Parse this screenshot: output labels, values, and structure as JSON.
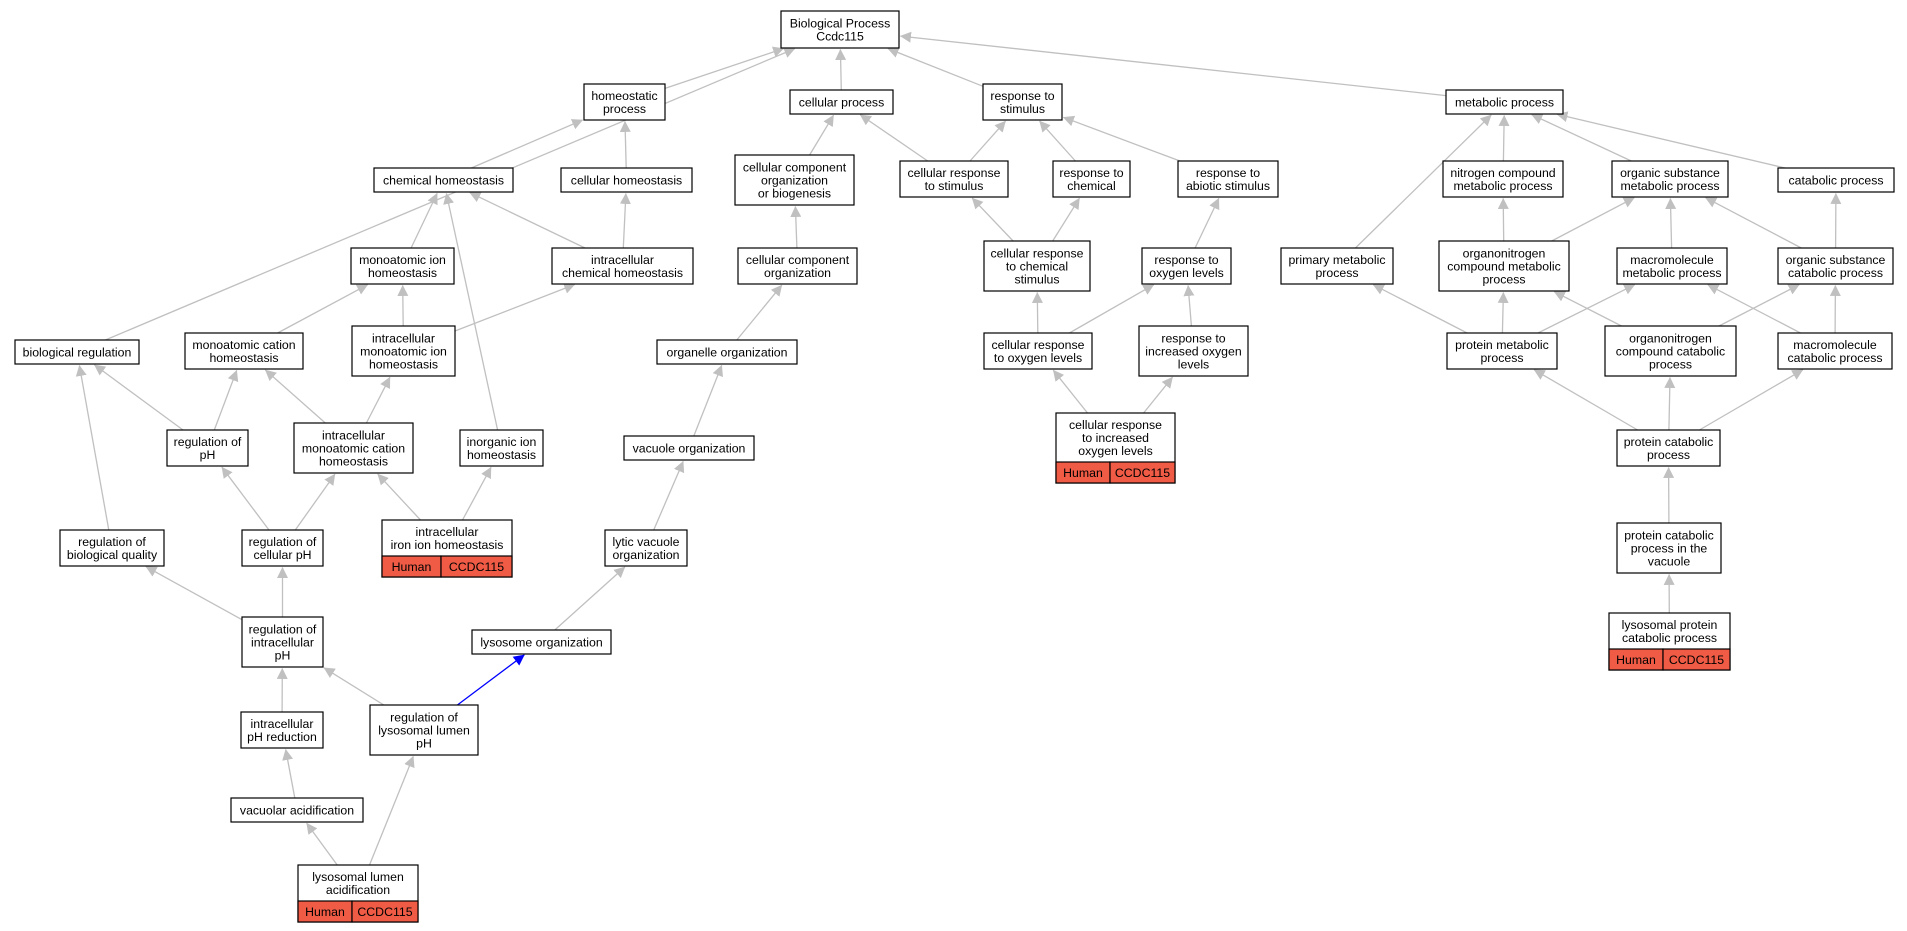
{
  "graph": {
    "colors": {
      "edge": "#c0c0c0",
      "highlight_edge": "#0000ff",
      "annotation_fill": "#ef5b45",
      "node_border": "#000000"
    },
    "nodes": {
      "root": {
        "lines": [
          "Biological Process",
          "Ccdc115"
        ]
      },
      "homeostatic": {
        "lines": [
          "homeostatic",
          "process"
        ]
      },
      "cellular_process": {
        "lines": [
          "cellular process"
        ]
      },
      "response_stimulus": {
        "lines": [
          "response to",
          "stimulus"
        ]
      },
      "metabolic": {
        "lines": [
          "metabolic process"
        ]
      },
      "chem_homeo": {
        "lines": [
          "chemical homeostasis"
        ]
      },
      "cell_homeo": {
        "lines": [
          "cellular homeostasis"
        ]
      },
      "cc_org_biogen": {
        "lines": [
          "cellular component",
          "organization",
          "or biogenesis"
        ]
      },
      "cell_resp_stim": {
        "lines": [
          "cellular response",
          "to stimulus"
        ]
      },
      "resp_chem": {
        "lines": [
          "response to",
          "chemical"
        ]
      },
      "resp_abiotic": {
        "lines": [
          "response to",
          "abiotic stimulus"
        ]
      },
      "nitrogen_metab": {
        "lines": [
          "nitrogen compound",
          "metabolic process"
        ]
      },
      "org_sub_metab": {
        "lines": [
          "organic substance",
          "metabolic process"
        ]
      },
      "catabolic": {
        "lines": [
          "catabolic process"
        ]
      },
      "monoatomic_ion_homeo": {
        "lines": [
          "monoatomic ion",
          "homeostasis"
        ]
      },
      "intra_chem_homeo": {
        "lines": [
          "intracellular",
          "chemical homeostasis"
        ]
      },
      "cc_org": {
        "lines": [
          "cellular component",
          "organization"
        ]
      },
      "cell_resp_chem": {
        "lines": [
          "cellular response",
          "to chemical",
          "stimulus"
        ]
      },
      "resp_oxygen": {
        "lines": [
          "response to",
          "oxygen levels"
        ]
      },
      "primary_metab": {
        "lines": [
          "primary metabolic",
          "process"
        ]
      },
      "organonitrogen_metab": {
        "lines": [
          "organonitrogen",
          "compound metabolic",
          "process"
        ]
      },
      "macromol_metab": {
        "lines": [
          "macromolecule",
          "metabolic process"
        ]
      },
      "org_sub_catab": {
        "lines": [
          "organic substance",
          "catabolic process"
        ]
      },
      "bio_reg": {
        "lines": [
          "biological regulation"
        ]
      },
      "monoatomic_cation_homeo": {
        "lines": [
          "monoatomic cation",
          "homeostasis"
        ]
      },
      "intra_monoatomic_ion_homeo": {
        "lines": [
          "intracellular",
          "monoatomic ion",
          "homeostasis"
        ]
      },
      "organelle_org": {
        "lines": [
          "organelle organization"
        ]
      },
      "cell_resp_oxygen": {
        "lines": [
          "cellular response",
          "to oxygen levels"
        ]
      },
      "resp_inc_oxygen": {
        "lines": [
          "response to",
          "increased oxygen",
          "levels"
        ]
      },
      "protein_metab": {
        "lines": [
          "protein metabolic",
          "process"
        ]
      },
      "organonitrogen_catab": {
        "lines": [
          "organonitrogen",
          "compound catabolic",
          "process"
        ]
      },
      "macromol_catab": {
        "lines": [
          "macromolecule",
          "catabolic process"
        ]
      },
      "reg_ph": {
        "lines": [
          "regulation of",
          "pH"
        ]
      },
      "intra_monoatomic_cation_homeo": {
        "lines": [
          "intracellular",
          "monoatomic cation",
          "homeostasis"
        ]
      },
      "inorganic_ion_homeo": {
        "lines": [
          "inorganic ion",
          "homeostasis"
        ]
      },
      "vacuole_org": {
        "lines": [
          "vacuole organization"
        ]
      },
      "cell_resp_inc_oxygen": {
        "lines": [
          "cellular response",
          "to increased",
          "oxygen levels"
        ],
        "annotation": [
          "Human",
          "CCDC115"
        ]
      },
      "protein_catab": {
        "lines": [
          "protein catabolic",
          "process"
        ]
      },
      "reg_bio_quality": {
        "lines": [
          "regulation of",
          "biological quality"
        ]
      },
      "reg_cell_ph": {
        "lines": [
          "regulation of",
          "cellular pH"
        ]
      },
      "intra_iron_homeo": {
        "lines": [
          "intracellular",
          "iron ion homeostasis"
        ],
        "annotation": [
          "Human",
          "CCDC115"
        ]
      },
      "lytic_vacuole_org": {
        "lines": [
          "lytic vacuole",
          "organization"
        ]
      },
      "protein_catab_vacuole": {
        "lines": [
          "protein catabolic",
          "process in the",
          "vacuole"
        ]
      },
      "reg_intra_ph": {
        "lines": [
          "regulation of",
          "intracellular",
          "pH"
        ]
      },
      "lysosome_org": {
        "lines": [
          "lysosome organization"
        ]
      },
      "lysosomal_protein_catab": {
        "lines": [
          "lysosomal protein",
          "catabolic process"
        ],
        "annotation": [
          "Human",
          "CCDC115"
        ]
      },
      "intra_ph_reduction": {
        "lines": [
          "intracellular",
          "pH reduction"
        ]
      },
      "reg_lysosomal_ph": {
        "lines": [
          "regulation of",
          "lysosomal lumen",
          "pH"
        ]
      },
      "vacuolar_acid": {
        "lines": [
          "vacuolar acidification"
        ]
      },
      "lysosomal_lumen_acid": {
        "lines": [
          "lysosomal lumen",
          "acidification"
        ],
        "annotation": [
          "Human",
          "CCDC115"
        ]
      }
    },
    "edges": [
      [
        "homeostatic",
        "root"
      ],
      [
        "cellular_process",
        "root"
      ],
      [
        "response_stimulus",
        "root"
      ],
      [
        "metabolic",
        "root"
      ],
      [
        "bio_reg",
        "root"
      ],
      [
        "chem_homeo",
        "homeostatic"
      ],
      [
        "cell_homeo",
        "homeostatic"
      ],
      [
        "cc_org_biogen",
        "cellular_process"
      ],
      [
        "cell_resp_stim",
        "cellular_process"
      ],
      [
        "cell_resp_stim",
        "response_stimulus"
      ],
      [
        "resp_chem",
        "response_stimulus"
      ],
      [
        "resp_abiotic",
        "response_stimulus"
      ],
      [
        "nitrogen_metab",
        "metabolic"
      ],
      [
        "org_sub_metab",
        "metabolic"
      ],
      [
        "catabolic",
        "metabolic"
      ],
      [
        "primary_metab",
        "metabolic"
      ],
      [
        "monoatomic_ion_homeo",
        "chem_homeo"
      ],
      [
        "intra_chem_homeo",
        "chem_homeo"
      ],
      [
        "inorganic_ion_homeo",
        "chem_homeo"
      ],
      [
        "intra_chem_homeo",
        "cell_homeo"
      ],
      [
        "cc_org",
        "cc_org_biogen"
      ],
      [
        "cell_resp_chem",
        "cell_resp_stim"
      ],
      [
        "cell_resp_chem",
        "resp_chem"
      ],
      [
        "resp_oxygen",
        "resp_abiotic"
      ],
      [
        "organonitrogen_metab",
        "nitrogen_metab"
      ],
      [
        "organonitrogen_metab",
        "org_sub_metab"
      ],
      [
        "macromol_metab",
        "org_sub_metab"
      ],
      [
        "org_sub_catab",
        "org_sub_metab"
      ],
      [
        "org_sub_catab",
        "catabolic"
      ],
      [
        "monoatomic_cation_homeo",
        "monoatomic_ion_homeo"
      ],
      [
        "intra_monoatomic_ion_homeo",
        "monoatomic_ion_homeo"
      ],
      [
        "intra_monoatomic_ion_homeo",
        "intra_chem_homeo"
      ],
      [
        "organelle_org",
        "cc_org"
      ],
      [
        "cell_resp_oxygen",
        "cell_resp_chem"
      ],
      [
        "cell_resp_oxygen",
        "resp_oxygen"
      ],
      [
        "resp_inc_oxygen",
        "resp_oxygen"
      ],
      [
        "protein_metab",
        "primary_metab"
      ],
      [
        "protein_metab",
        "organonitrogen_metab"
      ],
      [
        "protein_metab",
        "macromol_metab"
      ],
      [
        "organonitrogen_catab",
        "organonitrogen_metab"
      ],
      [
        "organonitrogen_catab",
        "org_sub_catab"
      ],
      [
        "macromol_catab",
        "macromol_metab"
      ],
      [
        "macromol_catab",
        "org_sub_catab"
      ],
      [
        "reg_ph",
        "bio_reg"
      ],
      [
        "reg_ph",
        "monoatomic_cation_homeo"
      ],
      [
        "intra_monoatomic_cation_homeo",
        "monoatomic_cation_homeo"
      ],
      [
        "intra_monoatomic_cation_homeo",
        "intra_monoatomic_ion_homeo"
      ],
      [
        "vacuole_org",
        "organelle_org"
      ],
      [
        "cell_resp_inc_oxygen",
        "cell_resp_oxygen"
      ],
      [
        "cell_resp_inc_oxygen",
        "resp_inc_oxygen"
      ],
      [
        "protein_catab",
        "protein_metab"
      ],
      [
        "protein_catab",
        "organonitrogen_catab"
      ],
      [
        "protein_catab",
        "macromol_catab"
      ],
      [
        "reg_bio_quality",
        "bio_reg"
      ],
      [
        "reg_cell_ph",
        "reg_ph"
      ],
      [
        "reg_cell_ph",
        "intra_monoatomic_cation_homeo"
      ],
      [
        "intra_iron_homeo",
        "inorganic_ion_homeo"
      ],
      [
        "intra_iron_homeo",
        "intra_monoatomic_cation_homeo"
      ],
      [
        "lytic_vacuole_org",
        "vacuole_org"
      ],
      [
        "protein_catab_vacuole",
        "protein_catab"
      ],
      [
        "reg_intra_ph",
        "reg_bio_quality"
      ],
      [
        "reg_intra_ph",
        "reg_cell_ph"
      ],
      [
        "lysosome_org",
        "lytic_vacuole_org"
      ],
      [
        "lysosomal_protein_catab",
        "protein_catab_vacuole"
      ],
      [
        "intra_ph_reduction",
        "reg_intra_ph"
      ],
      [
        "reg_lysosomal_ph",
        "reg_intra_ph"
      ],
      [
        "reg_lysosomal_ph",
        "lysosome_org",
        "highlight"
      ],
      [
        "vacuolar_acid",
        "intra_ph_reduction"
      ],
      [
        "lysosomal_lumen_acid",
        "vacuolar_acid"
      ],
      [
        "lysosomal_lumen_acid",
        "reg_lysosomal_ph"
      ]
    ]
  }
}
